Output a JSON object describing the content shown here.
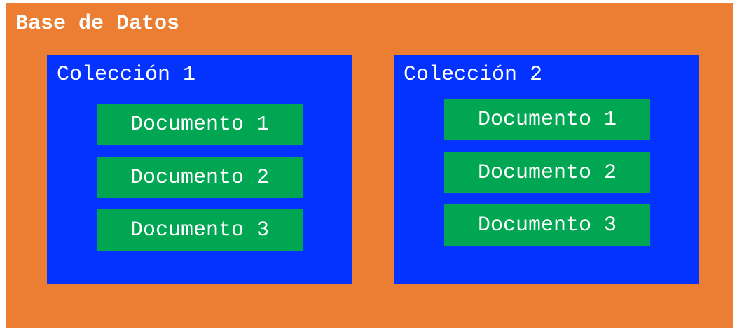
{
  "database": {
    "title": "Base de Datos",
    "collections": [
      {
        "title": "Colección 1",
        "documents": [
          "Documento 1",
          "Documento 2",
          "Documento 3"
        ]
      },
      {
        "title": "Colección 2",
        "documents": [
          "Documento 1",
          "Documento 2",
          "Documento 3"
        ]
      }
    ]
  },
  "colors": {
    "database": "#EC7E33",
    "collection": "#0433FF",
    "document": "#00A651",
    "text": "#FFFFFF"
  }
}
